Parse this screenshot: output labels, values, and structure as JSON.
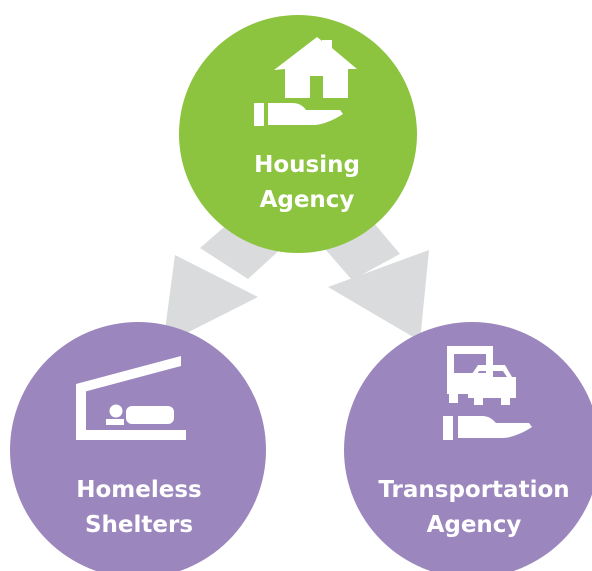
{
  "nodes": {
    "housing": {
      "line1": "Housing",
      "line2": "Agency",
      "icon": "house-in-hand-icon"
    },
    "shelters": {
      "line1": "Homeless",
      "line2": "Shelters",
      "icon": "person-sleeping-under-shelter-icon"
    },
    "transportation": {
      "line1": "Transportation",
      "line2": "Agency",
      "icon": "bus-and-car-in-hand-icon"
    }
  },
  "colors": {
    "housing_fill": "#8cc43f",
    "partner_fill": "#9b86bd",
    "arrow_fill": "#dadbdc",
    "icon_fill": "#ffffff"
  }
}
